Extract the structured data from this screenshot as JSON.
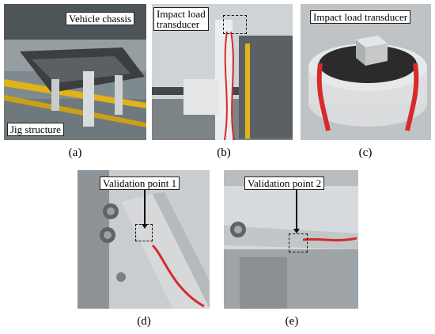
{
  "panels": {
    "a": {
      "caption": "(a)",
      "labels": {
        "chassis": "Vehicle chassis",
        "jig": "Jig structure"
      }
    },
    "b": {
      "caption": "(b)",
      "labels": {
        "transducer_line1": "Impact load",
        "transducer_line2": "transducer"
      }
    },
    "c": {
      "caption": "(c)",
      "labels": {
        "transducer": "Impact load transducer"
      }
    },
    "d": {
      "caption": "(d)",
      "labels": {
        "point": "Validation point 1"
      }
    },
    "e": {
      "caption": "(e)",
      "labels": {
        "point": "Validation point 2"
      }
    }
  },
  "colors": {
    "jig_yellow": "#e2b21a",
    "cable_red": "#d42b2b",
    "metal_gray": "#b9bcc0",
    "dark_top": "#2b2b2b"
  }
}
